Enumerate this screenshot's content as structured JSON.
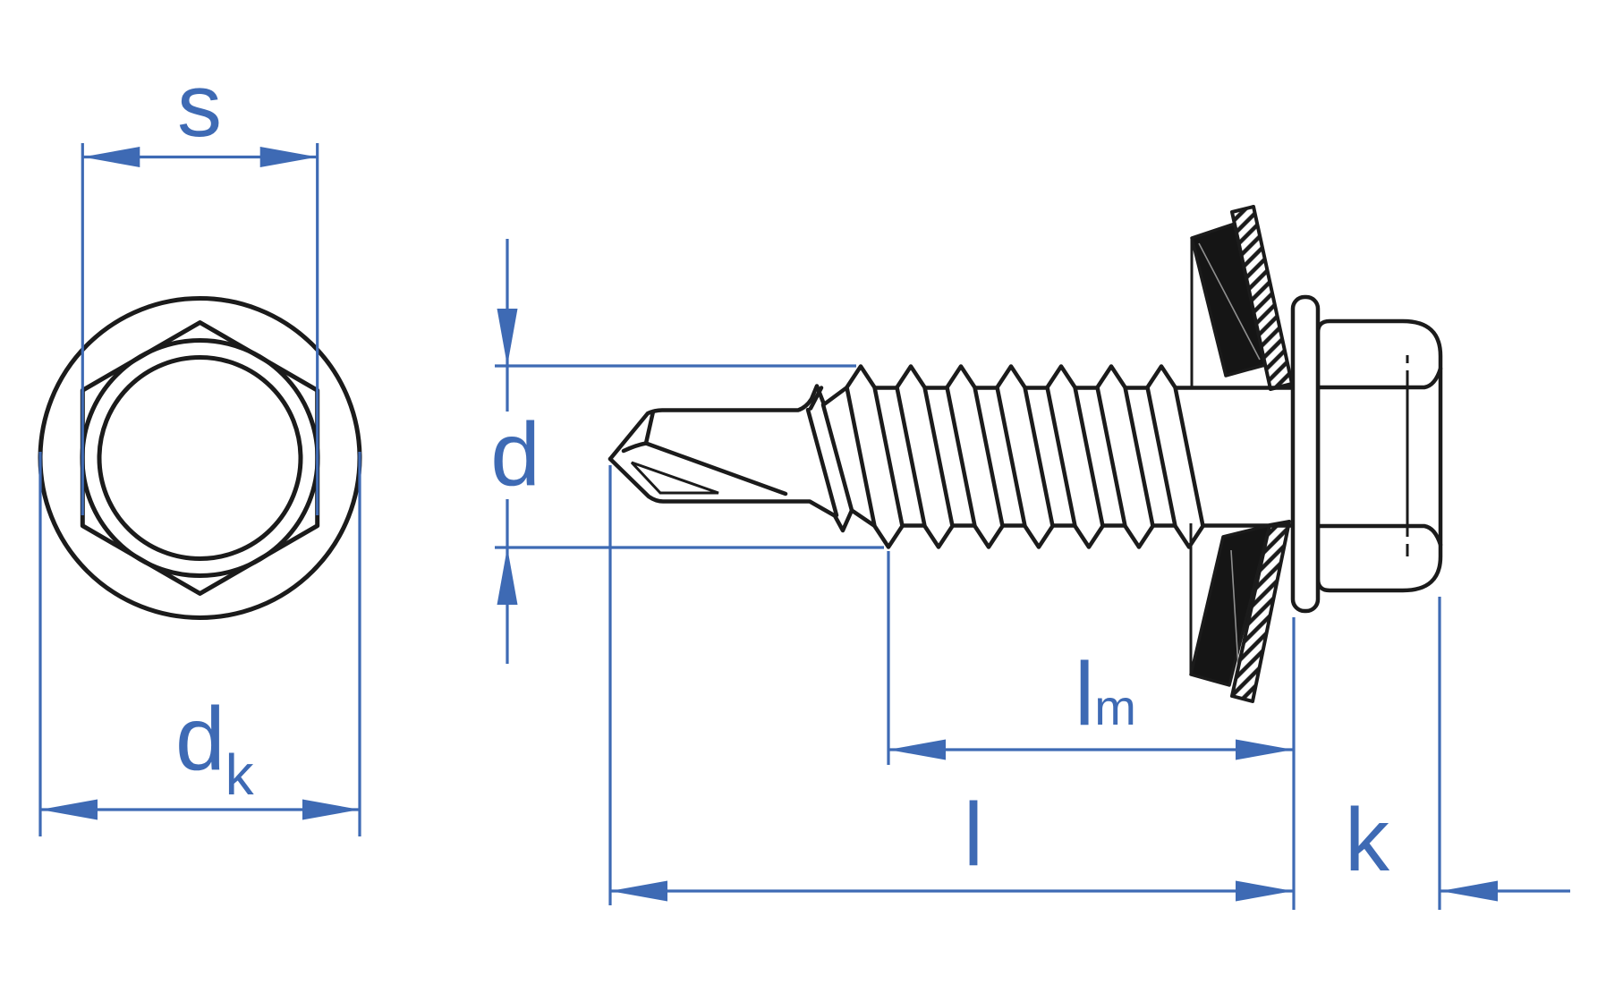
{
  "labels": {
    "s": "s",
    "d": "d",
    "l": "l",
    "k": "k",
    "dk_main": "d",
    "dk_sub": "k",
    "lm_main": "l",
    "lm_sub": "m"
  },
  "colors": {
    "accent": "#3e6ab4",
    "line": "#1b1b1b",
    "washer": "#151515",
    "highlight": "#8f8f8f",
    "background": "#ffffff"
  }
}
